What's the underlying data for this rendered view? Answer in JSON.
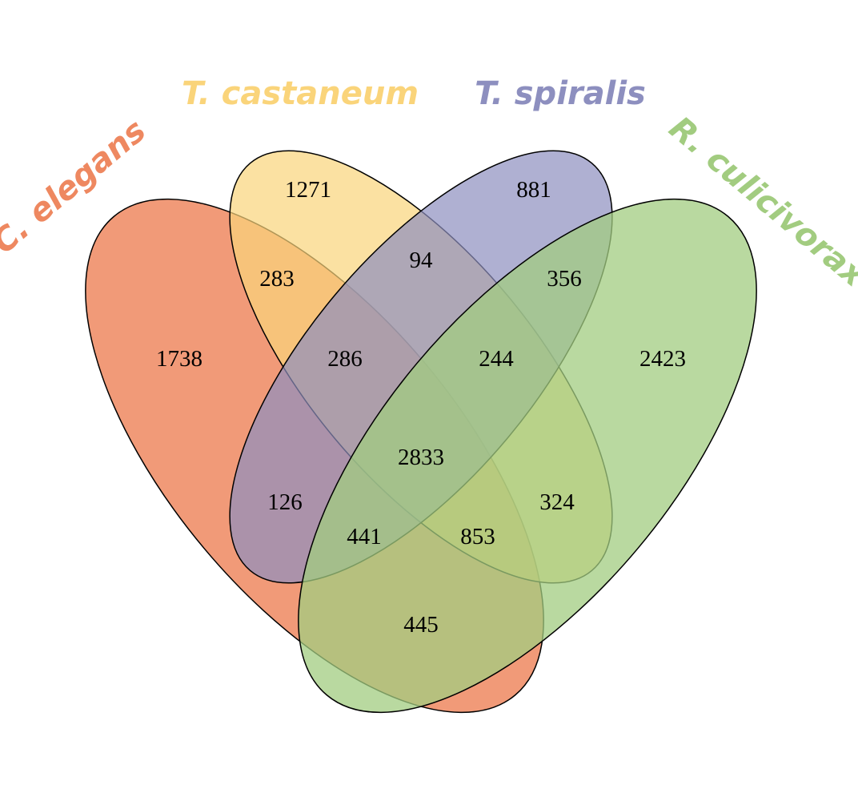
{
  "sets": [
    {
      "id": "c-elegans",
      "label": "C. elegans",
      "color": "#ee8860"
    },
    {
      "id": "t-castaneum",
      "label": "T. castaneum",
      "color": "#fad47a"
    },
    {
      "id": "t-spiralis",
      "label": "T. spiralis",
      "color": "#8d8fbf"
    },
    {
      "id": "r-culicivorax",
      "label": "R. culicivorax",
      "color": "#a2cc80"
    }
  ],
  "regions": [
    {
      "sets": [
        "t-castaneum"
      ],
      "count": "1271"
    },
    {
      "sets": [
        "t-spiralis"
      ],
      "count": "881"
    },
    {
      "sets": [
        "t-castaneum",
        "t-spiralis"
      ],
      "count": "94"
    },
    {
      "sets": [
        "c-elegans",
        "t-castaneum"
      ],
      "count": "283"
    },
    {
      "sets": [
        "t-spiralis",
        "r-culicivorax"
      ],
      "count": "356"
    },
    {
      "sets": [
        "c-elegans"
      ],
      "count": "1738"
    },
    {
      "sets": [
        "c-elegans",
        "t-castaneum",
        "t-spiralis"
      ],
      "count": "286"
    },
    {
      "sets": [
        "t-castaneum",
        "t-spiralis",
        "r-culicivorax"
      ],
      "count": "244"
    },
    {
      "sets": [
        "r-culicivorax"
      ],
      "count": "2423"
    },
    {
      "sets": [
        "c-elegans",
        "t-castaneum",
        "t-spiralis",
        "r-culicivorax"
      ],
      "count": "2833"
    },
    {
      "sets": [
        "c-elegans",
        "t-spiralis"
      ],
      "count": "126"
    },
    {
      "sets": [
        "t-castaneum",
        "r-culicivorax"
      ],
      "count": "324"
    },
    {
      "sets": [
        "c-elegans",
        "t-spiralis",
        "r-culicivorax"
      ],
      "count": "441"
    },
    {
      "sets": [
        "c-elegans",
        "t-castaneum",
        "r-culicivorax"
      ],
      "count": "853"
    },
    {
      "sets": [
        "c-elegans",
        "r-culicivorax"
      ],
      "count": "445"
    }
  ]
}
